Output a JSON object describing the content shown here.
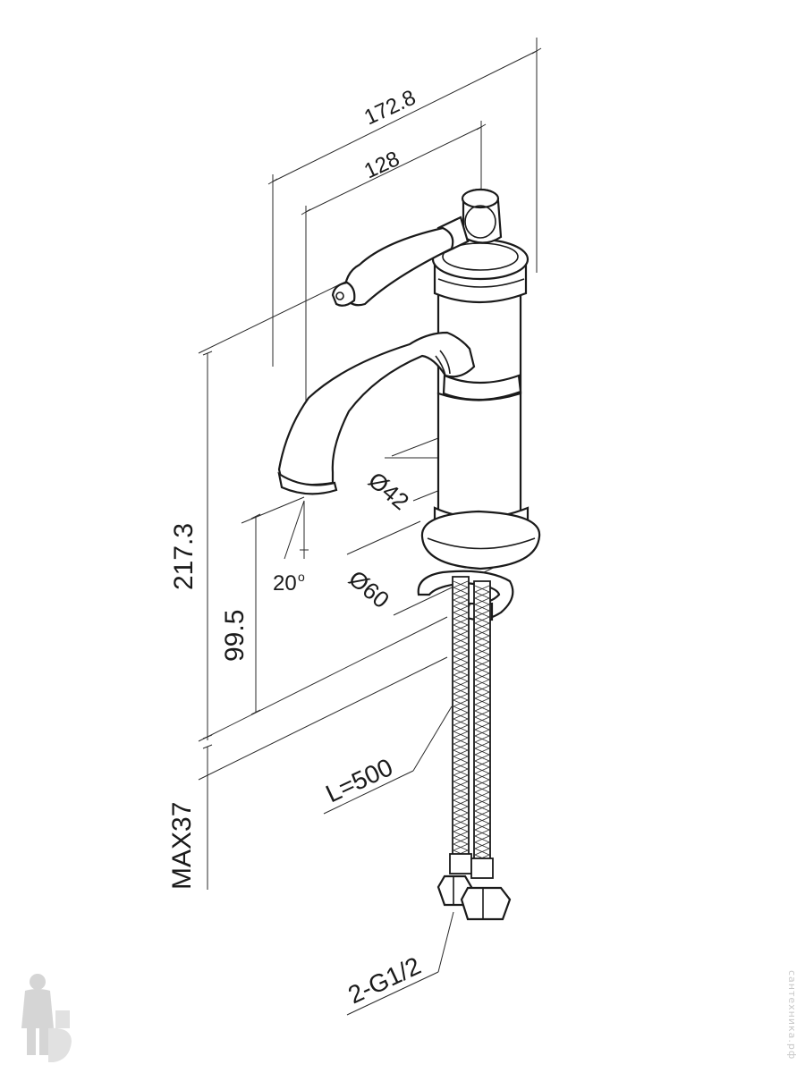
{
  "dimensions": {
    "overall_reach": "172.8",
    "spout_reach": "128",
    "body_diameter": "Ø42",
    "base_diameter": "Ø60",
    "spout_angle": "20",
    "spout_angle_unit": "o",
    "total_height": "217.3",
    "spout_height": "99.5",
    "max_deck_thickness": "MAX37",
    "hose_length": "L=500",
    "connection": "2-G1/2"
  },
  "watermark": "сантехника.рф"
}
